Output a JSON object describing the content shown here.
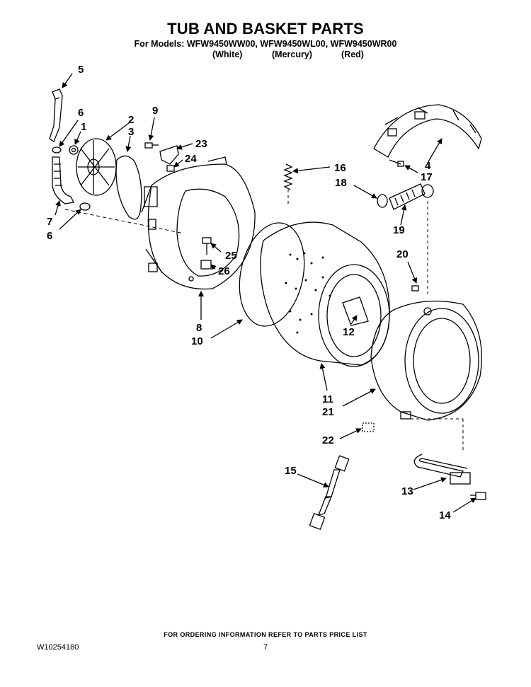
{
  "header": {
    "title": "TUB AND BASKET PARTS",
    "models_line": "For Models: WFW9450WW00, WFW9450WL00, WFW9450WR00",
    "colors": [
      "(White)",
      "(Mercury)",
      "(Red)"
    ]
  },
  "callouts": {
    "c1": "1",
    "c2": "2",
    "c3": "3",
    "c4": "4",
    "c5": "5",
    "c6a": "6",
    "c6b": "6",
    "c7": "7",
    "c8": "8",
    "c9": "9",
    "c10": "10",
    "c11": "11",
    "c12": "12",
    "c13": "13",
    "c14": "14",
    "c15": "15",
    "c16": "16",
    "c17": "17",
    "c18": "18",
    "c19": "19",
    "c20": "20",
    "c21": "21",
    "c22": "22",
    "c23": "23",
    "c24": "24",
    "c25": "25",
    "c26": "26"
  },
  "footer": {
    "ordering_note": "FOR ORDERING INFORMATION REFER TO PARTS PRICE LIST",
    "document_number": "W10254180",
    "page_number": "7"
  }
}
